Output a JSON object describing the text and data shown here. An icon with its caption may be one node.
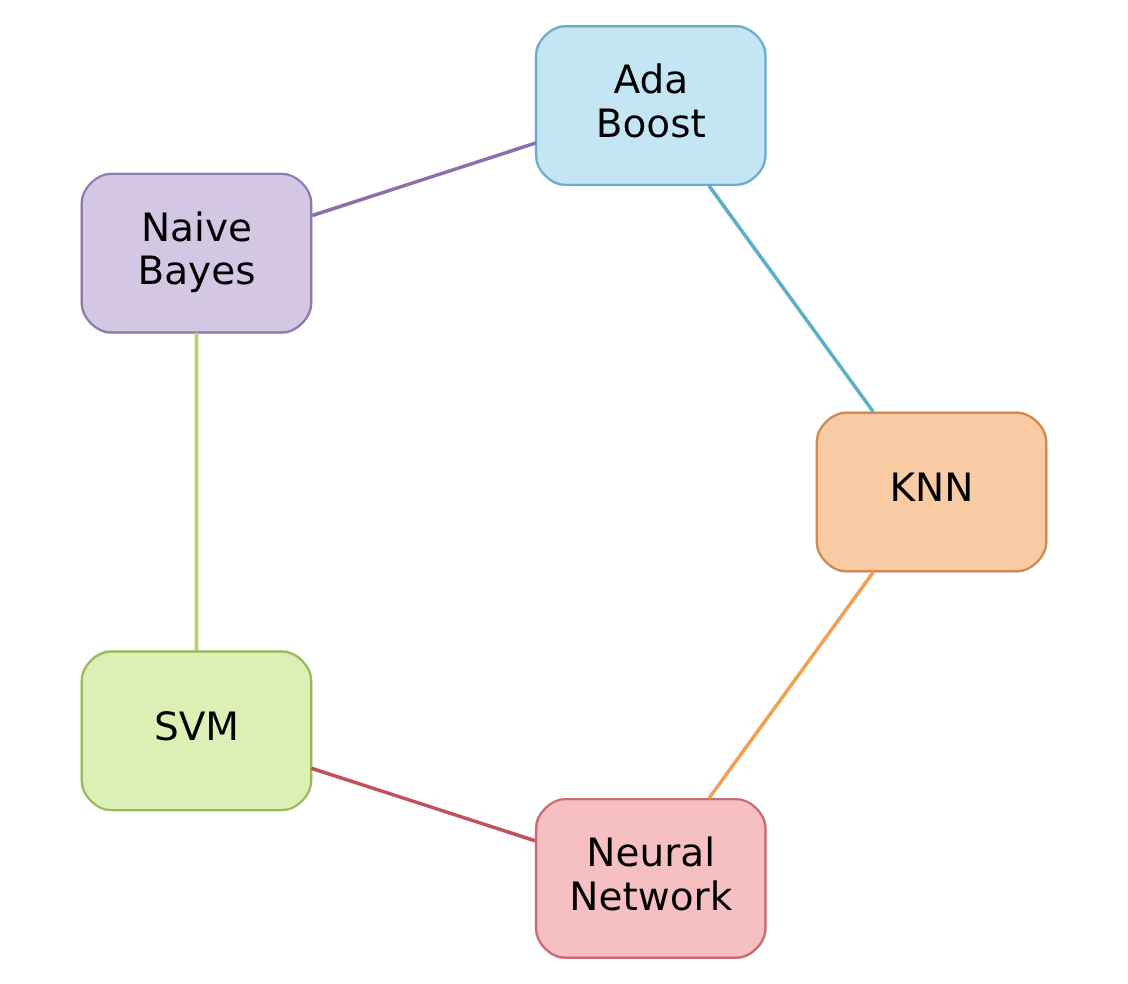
{
  "diagram": {
    "nodes": [
      {
        "text": [
          "Neural Network"
        ]
      },
      {
        "text": [
          "KNN"
        ]
      },
      {
        "text": [
          "SVM"
        ]
      },
      {
        "text": [
          "Ada Boost"
        ]
      },
      {
        "text": [
          "Naive Bayes"
        ]
      }
    ],
    "edges": [
      {
        "from": 0,
        "to": 2,
        "arrow": "none",
        "color": "#c0505a"
      },
      {
        "from": 2,
        "to": 4,
        "arrow": "none",
        "color": "#b5d36b"
      },
      {
        "from": 4,
        "to": 3,
        "arrow": "none",
        "color": "#8a6fa8"
      },
      {
        "from": 3,
        "to": 1,
        "arrow": "none",
        "color": "#5bb0c8"
      },
      {
        "from": 1,
        "to": 0,
        "arrow": "none",
        "color": "#f0a050"
      }
    ]
  }
}
